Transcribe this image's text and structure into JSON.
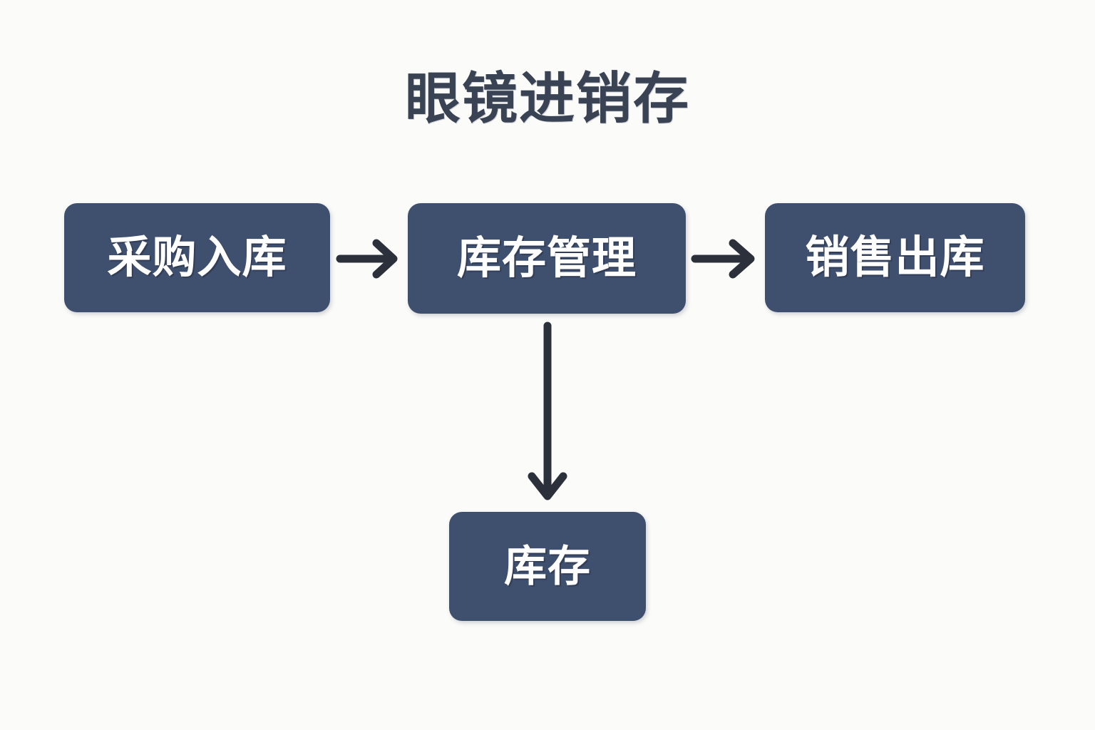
{
  "title": "眼镜进销存",
  "colors": {
    "background": "#fbfbf9",
    "node_fill": "#3f4f6e",
    "node_text": "#ffffff",
    "title_text": "#3a4353",
    "arrow": "#2b303a"
  },
  "nodes": [
    {
      "id": "purchase",
      "label": "采购入库"
    },
    {
      "id": "stock",
      "label": "库存管理"
    },
    {
      "id": "sales",
      "label": "销售出库"
    },
    {
      "id": "inventory",
      "label": "库存"
    }
  ],
  "arrows": [
    {
      "id": "purchase-to-stock",
      "from": "purchase",
      "to": "stock",
      "direction": "right"
    },
    {
      "id": "stock-to-sales",
      "from": "stock",
      "to": "sales",
      "direction": "right"
    },
    {
      "id": "stock-to-inventory",
      "from": "stock",
      "to": "inventory",
      "direction": "down"
    }
  ]
}
